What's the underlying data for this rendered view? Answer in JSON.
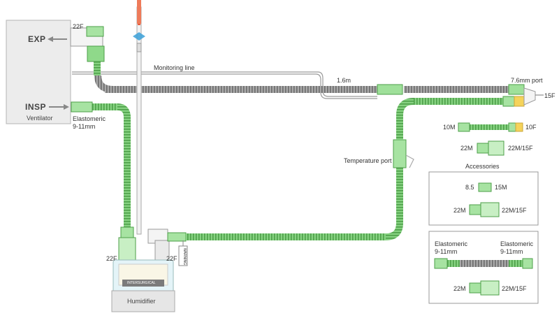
{
  "ventilator": {
    "exp_label": "EXP",
    "insp_label": "INSP",
    "name": "Ventilator"
  },
  "humidifier": {
    "name": "Humidifier",
    "brand": "INTERSURGICAL",
    "warning": "WARNING"
  },
  "labels": {
    "exp_connector": "22F",
    "monitoring_line": "Monitoring line",
    "length": "1.6m",
    "port": "7.6mm port",
    "port_15f": "15F",
    "insp_elastomeric": "Elastomeric",
    "insp_elastomeric_size": "9-11mm",
    "temperature_port": "Temperature port",
    "humid_in": "22F",
    "humid_out": "22F"
  },
  "accessories": {
    "item1_left": "10M",
    "item1_right": "10F",
    "item2_left": "22M",
    "item2_right": "22M/15F",
    "title": "Accessories",
    "box1": {
      "row1_left": "8.5",
      "row1_right": "15M",
      "row2_left": "22M",
      "row2_right": "22M/15F"
    },
    "box2": {
      "left_name": "Elastomeric",
      "left_size": "9-11mm",
      "right_name": "Elastomeric",
      "right_size": "9-11mm",
      "row2_left": "22M",
      "row2_right": "22M/15F"
    }
  },
  "colors": {
    "tube_green": "#7fcf7a",
    "tube_dark": "#4fa04a",
    "tube_gray": "#8a8a8a",
    "ventilator_fill": "#ececec",
    "orange": "#e85a3a",
    "blue": "#3aa0d8",
    "yellow": "#f5d35a"
  }
}
